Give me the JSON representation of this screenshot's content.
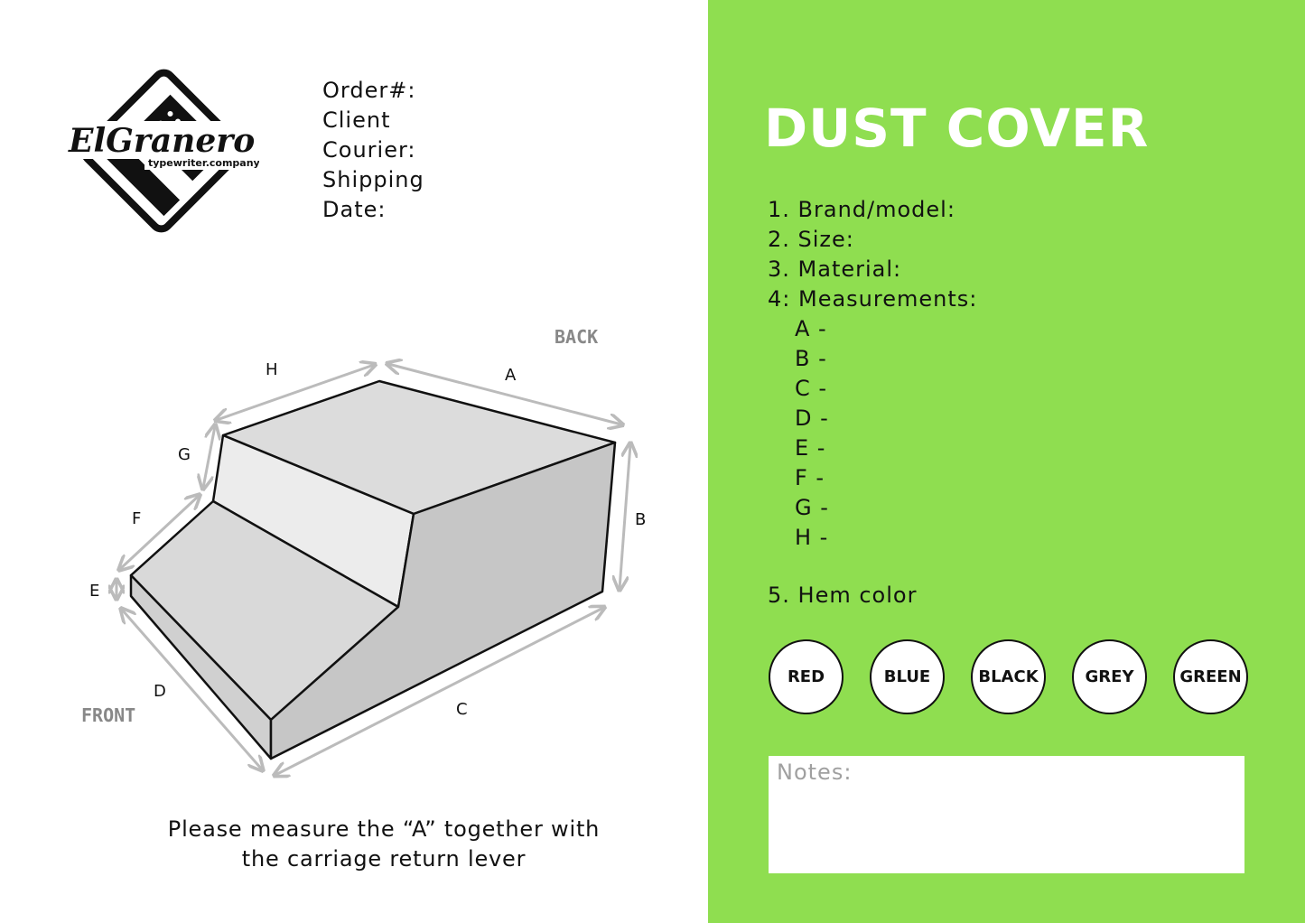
{
  "logo": {
    "name": "ElGranero",
    "tagline": "typewriter.company"
  },
  "order_fields": [
    "Order#:",
    "Client",
    "Courier:",
    "Shipping",
    "Date:"
  ],
  "diagram": {
    "labels": {
      "A": "A",
      "B": "B",
      "C": "C",
      "D": "D",
      "E": "E",
      "F": "F",
      "G": "G",
      "H": "H"
    },
    "back": "BACK",
    "front": "FRONT"
  },
  "caption": [
    "Please measure the “A” together with",
    "the carriage return lever"
  ],
  "panel": {
    "title": "DUST COVER",
    "items": [
      "1. Brand/model:",
      "2. Size:",
      "3. Material:",
      "4: Measurements:"
    ],
    "measurements": [
      "A -",
      "B -",
      "C -",
      "D -",
      "E -",
      "F -",
      "G -",
      "H -"
    ],
    "hem_label": "5. Hem color",
    "hem_colors": [
      "RED",
      "BLUE",
      "BLACK",
      "GREY",
      "GREEN"
    ],
    "notes_label": "Notes:",
    "background_color": "#8fde50"
  }
}
